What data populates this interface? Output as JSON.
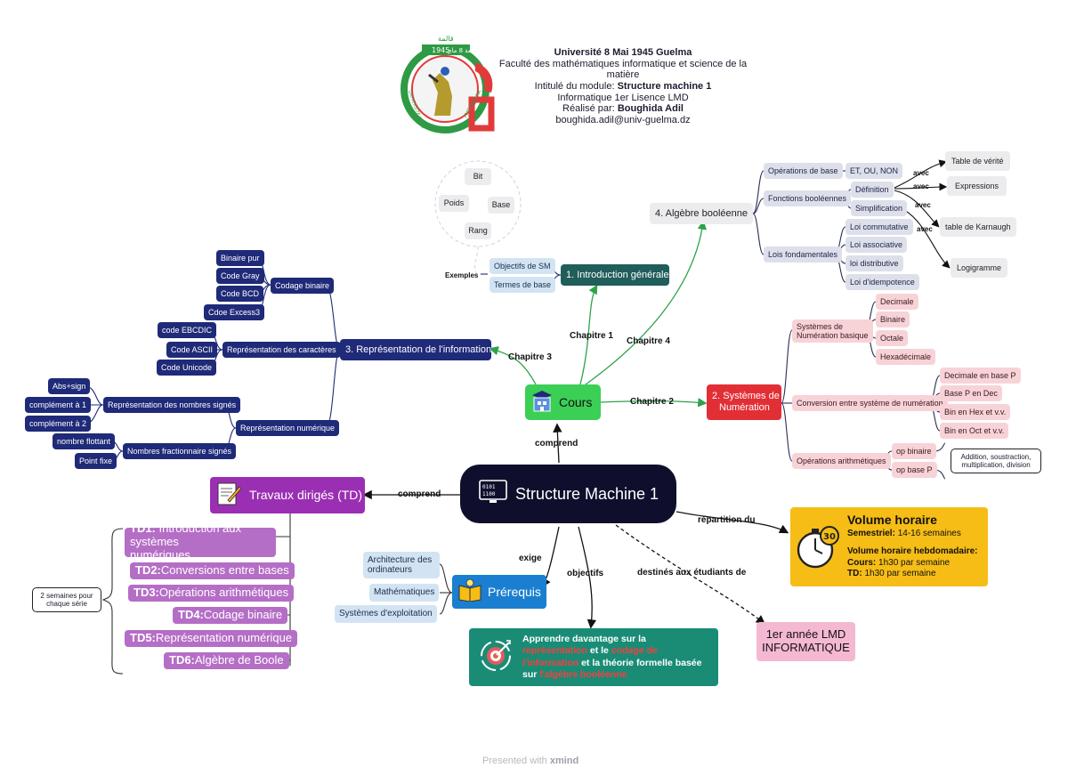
{
  "header": {
    "university": "Université 8 Mai 1945 Guelma",
    "faculty": "Faculté des mathématiques informatique et science de la matière",
    "module_prefix": "Intitulé du module: ",
    "module_name": "Structure machine 1",
    "program": "Informatique 1er Lisence LMD",
    "author_prefix": "Réalisé par: ",
    "author": "Boughida Adil",
    "email": "boughida.adil@univ-guelma.dz",
    "logo_top_text": "قالمة",
    "logo_arabic": "جامعة 8 ماي",
    "logo_year": "1945",
    "logo_left_text": "UNIVERSITÉ 8 MAI",
    "logo_right_text": "1945 GUELMA"
  },
  "central": {
    "title": "Structure Machine 1"
  },
  "cours": {
    "label": "Cours",
    "edge_comprend": "comprend",
    "edge_ch1": "Chapitre 1",
    "edge_ch2": "Chapitre 2",
    "edge_ch3": "Chapitre 3",
    "edge_ch4": "Chapitre 4"
  },
  "ch1": {
    "title": "1. Introduction générale",
    "objectifs": "Objectifs de SM",
    "termes": "Termes de base",
    "exemples_label": "Exemples",
    "examples": [
      "Bit",
      "Poids",
      "Base",
      "Rang"
    ]
  },
  "ch2": {
    "title_line1": "2. Systèmes de",
    "title_line2": "Numération",
    "systemes_line1": "Systèmes de",
    "systemes_line2": "Numération basique",
    "basic": [
      "Decimale",
      "Binaire",
      "Octale",
      "Hexadécimale"
    ],
    "conversion": "Conversion entre système de numération",
    "conversions": [
      "Decimale en base P",
      "Base P en Dec",
      "Bin en Hex et v.v.",
      "Bin en Oct et v.v."
    ],
    "operations": "Opérations arithmétiques",
    "ops": [
      "op binaire",
      "op base P"
    ],
    "ops_note_line1": "Addition, soustraction,",
    "ops_note_line2": "multiplication, division"
  },
  "ch3": {
    "title": "3. Représentation de l'information",
    "codage": "Codage binaire",
    "codes": [
      "Binaire pur",
      "Code Gray",
      "Code BCD",
      "Cdoe Excess3"
    ],
    "caracteres": "Représentation des caractères",
    "char_codes": [
      "code EBCDIC",
      "Code ASCII",
      "Code Unicode"
    ],
    "numerique": "Représentation numérique",
    "signes": "Représentation des nombres signés",
    "signes_items": [
      "Abs+sign",
      "complément à 1",
      "complément à 2"
    ],
    "fractionnaires": "Nombres fractionnaire signés",
    "frac_items": [
      "nombre flottant",
      "Point fixe"
    ]
  },
  "ch4": {
    "title": "4. Algèbre booléenne",
    "operations": "Opérations de base",
    "ops_value": "ET, OU, NON",
    "fonctions": "Fonctions booléennes",
    "definition": "Définition",
    "simplification": "Simplification",
    "avec": "avec",
    "avec_targets": [
      "Table de vérité",
      "Expressions",
      "table de Karnaugh",
      "Logigramme"
    ],
    "lois": "Lois fondamentales",
    "lois_items": [
      "Loi commutative",
      "Loi associative",
      "loi distributive",
      "Loi d'idempotence"
    ]
  },
  "td": {
    "title": "Travaux dirigés (TD)",
    "edge_comprend": "comprend",
    "note_line1": "2 semaines pour",
    "note_line2": "chaque série",
    "items": [
      {
        "code": "TD1:",
        "text_line1": " Introduction aux systèmes",
        "text_line2": "numériques"
      },
      {
        "code": "TD2:",
        "text": " Conversions entre bases"
      },
      {
        "code": "TD3:",
        "text": " Opérations arithmétiques"
      },
      {
        "code": "TD4:",
        "text": " Codage binaire"
      },
      {
        "code": "TD5:",
        "text": " Représentation numérique"
      },
      {
        "code": "TD6:",
        "text": " Algèbre de Boole"
      }
    ]
  },
  "prerequis": {
    "title": "Prérequis",
    "edge_exige": "exige",
    "items": [
      "Architecture des ordinateurs",
      "Mathématiques",
      "Systèmes d'exploitation"
    ]
  },
  "objectifs": {
    "edge": "objectifs",
    "line1": "Apprendre davantage sur la",
    "hl1": "représentation",
    "mid1": " et le ",
    "hl2": "codage de",
    "hl3": "l'information",
    "mid2": " et la théorie formelle basée",
    "line4_prefix": "sur ",
    "hl4": "l'algèbre booléenne"
  },
  "volume": {
    "edge": "répartition du",
    "title": "Volume horaire",
    "semestriel_label": "Semestriel:",
    "semestriel_value": " 14-16 semaines",
    "hebdo_title": "Volume horaire hebdomadaire:",
    "cours_label": "Cours:",
    "cours_value": " 1h30 par semaine",
    "td_label": "TD:",
    "td_value": " 1h30 par semaine",
    "icon_number": "30"
  },
  "audience": {
    "edge": "destinés aux étudiants de",
    "line1": "1er année LMD",
    "line2": "INFORMATIQUE"
  },
  "footer": {
    "prefix": "Presented with ",
    "brand": "xmind"
  },
  "colors": {
    "navy": "#1f2a78",
    "teal": "#1f5e5a",
    "green": "#3bcf55",
    "red": "#e22f35",
    "purple": "#9b2fb3",
    "blue": "#1a7fd0",
    "yellow": "#f6bd16",
    "pink": "#f5b8d3",
    "central": "#0f0f2d",
    "highlight": "#ff3b3b"
  }
}
